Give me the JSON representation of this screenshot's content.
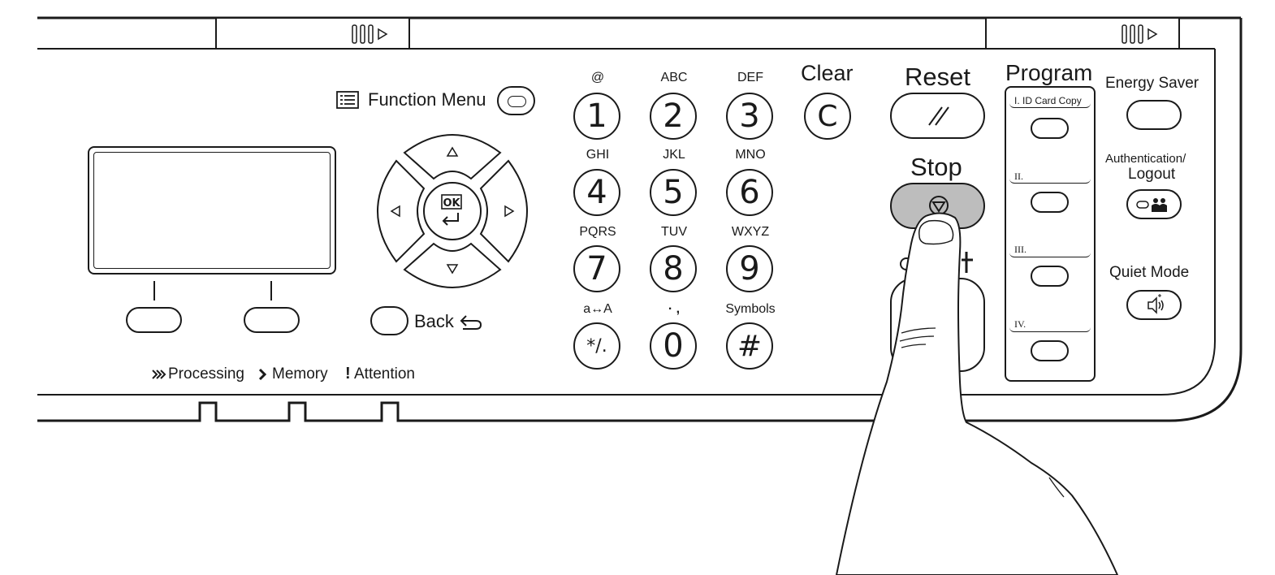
{
  "function_menu": {
    "label": "Function Menu"
  },
  "back": {
    "label": "Back"
  },
  "indicators": [
    {
      "label": "Processing"
    },
    {
      "label": "Memory"
    },
    {
      "label": "Attention"
    }
  ],
  "keypad": [
    {
      "digit": "1",
      "letters": "@"
    },
    {
      "digit": "2",
      "letters": "ABC"
    },
    {
      "digit": "3",
      "letters": "DEF"
    },
    {
      "digit": "4",
      "letters": "GHI"
    },
    {
      "digit": "5",
      "letters": "JKL"
    },
    {
      "digit": "6",
      "letters": "MNO"
    },
    {
      "digit": "7",
      "letters": "PQRS"
    },
    {
      "digit": "8",
      "letters": "TUV"
    },
    {
      "digit": "9",
      "letters": "WXYZ"
    },
    {
      "digit": "*/.",
      "letters": "a↔A"
    },
    {
      "digit": "0",
      "letters": "· ,"
    },
    {
      "digit": "#",
      "letters": "Symbols"
    }
  ],
  "clear": {
    "label": "Clear",
    "key": "C"
  },
  "reset": {
    "label": "Reset"
  },
  "stop": {
    "label": "Stop"
  },
  "program": {
    "label": "Program",
    "slots": [
      {
        "label": "I. ID Card Copy"
      },
      {
        "label": "II."
      },
      {
        "label": "III."
      },
      {
        "label": "IV."
      }
    ]
  },
  "energy_saver": {
    "label": "Energy Saver"
  },
  "authentication": {
    "label_top": "Authentication/",
    "label_bottom": "Logout"
  },
  "quiet_mode": {
    "label": "Quiet Mode"
  },
  "icons": [
    "menu-list-icon",
    "ok-enter-icon",
    "arrow-up-icon",
    "arrow-down-icon",
    "arrow-left-icon",
    "arrow-right-icon",
    "back-arrow-icon",
    "stop-icon",
    "energy-saver-moon-icon",
    "logout-user-icon",
    "quiet-mode-speaker-icon",
    "processing-icon",
    "memory-icon",
    "attention-icon",
    "slide-arrow-icon",
    "finger-press-hand"
  ]
}
